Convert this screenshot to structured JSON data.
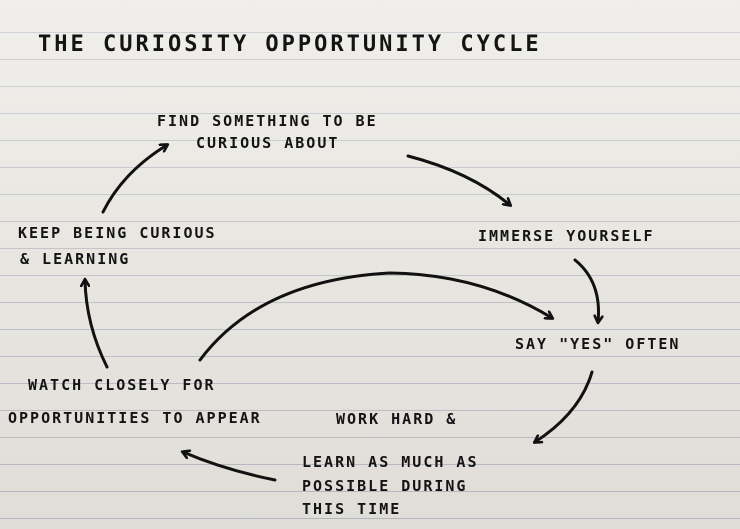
{
  "title": "The Curiosity Opportunity Cycle",
  "nodes": {
    "find_line1": "Find Something to be",
    "find_line2": "curious about",
    "immerse": "Immerse Yourself",
    "keep_line1": "Keep Being Curious",
    "keep_line2": "& Learning",
    "say_yes": "Say \"Yes\" Often",
    "watch_line1": "Watch Closely For",
    "watch_line2": "Opportunities to Appear",
    "work_line1": "Work Hard &",
    "work_line2": "Learn as Much as",
    "work_line3": "Possible During",
    "work_line4": "This Time"
  }
}
